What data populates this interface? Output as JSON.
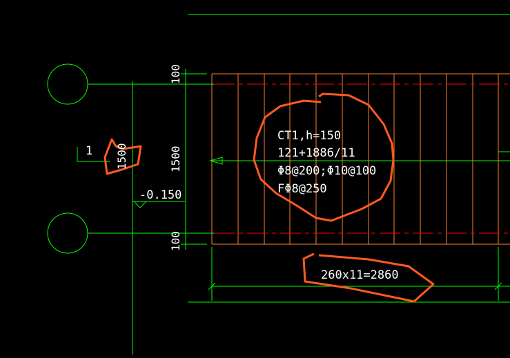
{
  "colors": {
    "background": "#000000",
    "axis_line": "#00ff00",
    "stair_line": "#ff7f27",
    "text": "#ffffff",
    "markup": "#ff5a1f",
    "center_red": "#ff0000"
  },
  "stair": {
    "name_line": "CT1,h=150",
    "steps_line": "121+1886/11",
    "rebar_line": "Φ8@200;Φ10@100",
    "dist_line": "FΦ8@250",
    "tread_dim": "260x11=2860"
  },
  "dimensions": {
    "top_offset": "100",
    "width": "1500",
    "bottom_offset": "100",
    "rotated_width": "1500"
  },
  "labels": {
    "section_mark": "1",
    "elevation": "-0.150"
  }
}
